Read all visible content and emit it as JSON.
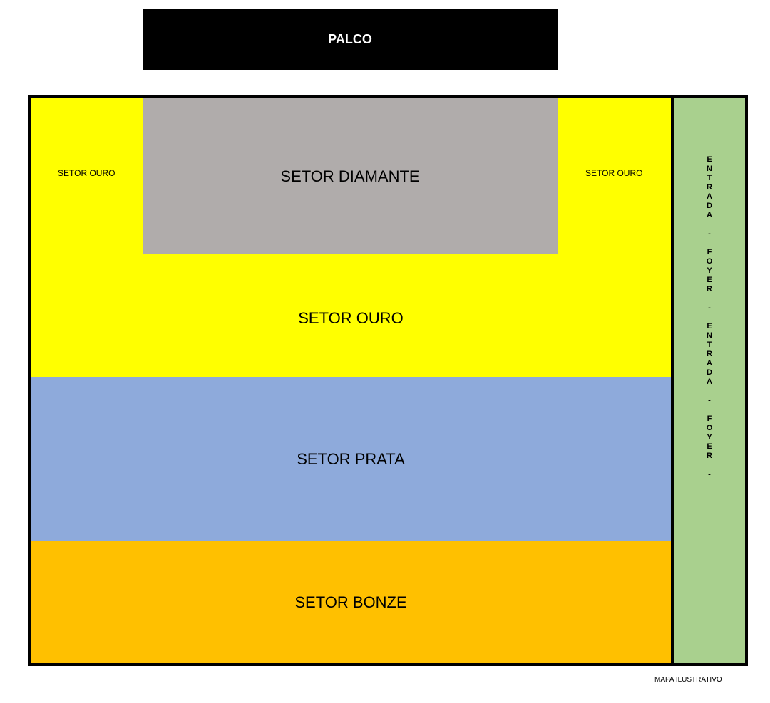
{
  "stage": {
    "label": "PALCO"
  },
  "sectors": {
    "diamond": {
      "label": "SETOR DIAMANTE",
      "color": "#B0ACAB"
    },
    "gold": {
      "label": "SETOR OURO",
      "side_label": "SETOR OURO",
      "color": "#FFFF00"
    },
    "silver": {
      "label": "SETOR PRATA",
      "color": "#8EAADB"
    },
    "bronze": {
      "label": "SETOR BONZE",
      "color": "#FFC000"
    }
  },
  "entrance": {
    "text": "ENTRADA-FOYER-ENTRADA-FOYER-",
    "color": "#A9D08E"
  },
  "note": "MAPA ILUSTRATIVO"
}
